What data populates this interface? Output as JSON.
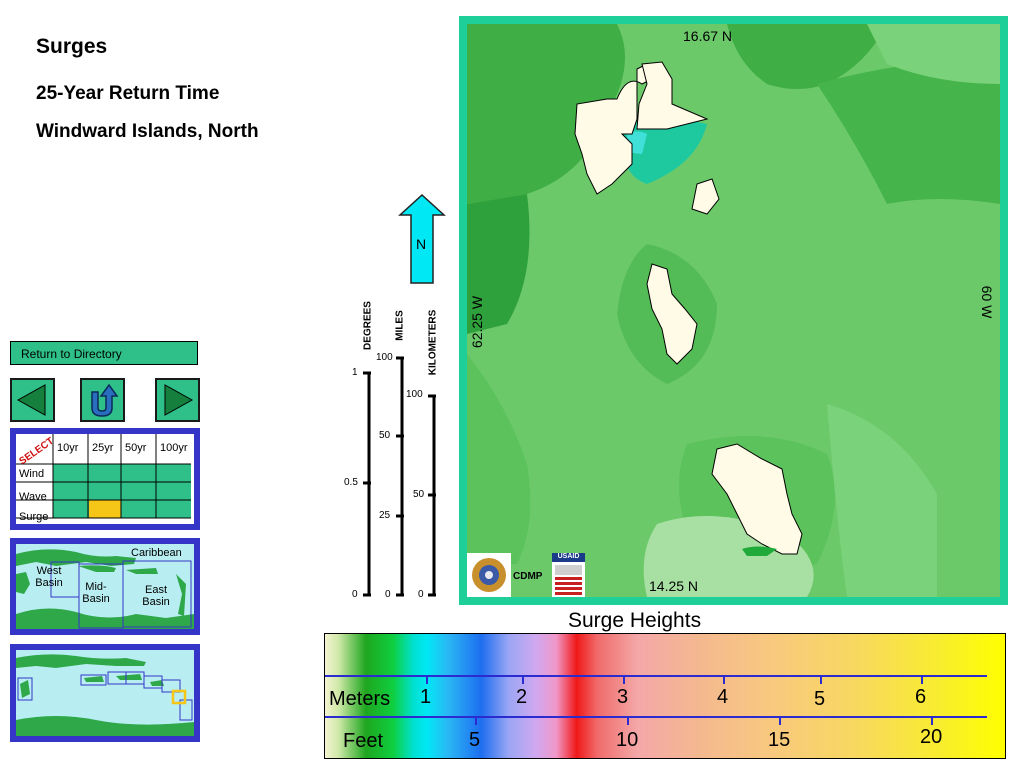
{
  "header": {
    "title": "Surges",
    "subtitle": "25-Year Return Time",
    "region": "Windward Islands, North"
  },
  "nav": {
    "return_label": "Return to Directory",
    "prev_icon": "left-triangle-icon",
    "up_icon": "u-turn-arrow-icon",
    "next_icon": "right-triangle-icon"
  },
  "select_grid": {
    "select_label": "SELECT",
    "columns": [
      "10yr",
      "25yr",
      "50yr",
      "100yr"
    ],
    "rows": [
      "Wind",
      "Wave",
      "Surge"
    ],
    "selected": {
      "row": "Surge",
      "column": "25yr"
    },
    "colors": {
      "cell": "#2fc08a",
      "selected": "#f5c518",
      "border": "#3535c8"
    }
  },
  "basin_map": {
    "labels": [
      "Caribbean",
      "West Basin",
      "Mid-Basin",
      "East Basin"
    ]
  },
  "scale_bars": {
    "degrees": {
      "label": "DEGREES",
      "ticks": [
        "1",
        "0.5",
        "0"
      ]
    },
    "miles": {
      "label": "MILES",
      "ticks": [
        "100",
        "50",
        "25",
        "0"
      ]
    },
    "kilometers": {
      "label": "KILOMETERS",
      "ticks": [
        "100",
        "50",
        "0"
      ]
    }
  },
  "north_arrow": {
    "label": "N"
  },
  "map": {
    "north_lat": "16.67 N",
    "south_lat": "14.25 N",
    "west_lon": "62.25 W",
    "east_lon": "60 W",
    "credits": [
      "CDMP",
      "USAID"
    ]
  },
  "legend": {
    "title": "Surge Heights",
    "meters_label": "Meters",
    "meters_values": [
      "1",
      "2",
      "3",
      "4",
      "5",
      "6"
    ],
    "feet_label": "Feet",
    "feet_values": [
      "5",
      "10",
      "15",
      "20"
    ]
  }
}
